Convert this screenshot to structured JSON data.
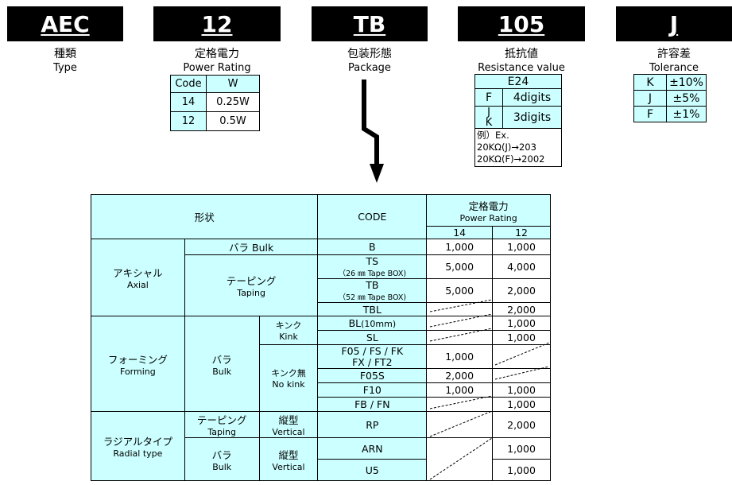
{
  "header_codes": [
    {
      "code": "AEC",
      "jp": "種類",
      "en": "Type"
    },
    {
      "code": "12",
      "jp": "定格電力",
      "en": "Power Rating"
    },
    {
      "code": "TB",
      "jp": "包装形態",
      "en": "Package"
    },
    {
      "code": "105",
      "jp": "抵抗値",
      "en": "Resistance value"
    },
    {
      "code": "J",
      "jp": "許容差",
      "en": "Tolerance"
    }
  ],
  "power_table": {
    "headers": [
      "Code",
      "W"
    ],
    "rows": [
      [
        "14",
        "0.25W"
      ],
      [
        "12",
        "0.5W"
      ]
    ]
  },
  "resistance_table": {
    "series": "E24",
    "rows": [
      [
        "F",
        "4digits"
      ],
      [
        "J\nK",
        "3digits"
      ]
    ],
    "example_lines": [
      "例）Ex.",
      "20KΩ(J)→203",
      "20KΩ(F)→2002"
    ]
  },
  "tolerance_table": {
    "rows": [
      [
        "K",
        "±10%"
      ],
      [
        "J",
        "±5%"
      ],
      [
        "F",
        "±1%"
      ]
    ]
  },
  "main_table": {
    "h_shape": "形状",
    "h_code": "CODE",
    "h_power_jp": "定格電力",
    "h_power_en": "Power Rating",
    "h_14": "14",
    "h_12": "12",
    "axial_jp": "アキシャル",
    "axial_en": "Axial",
    "bara_bulk": "バラ Bulk",
    "taping_jp": "テーピング",
    "taping_en": "Taping",
    "code_B": "B",
    "v_B_14": "1,000",
    "v_B_12": "1,000",
    "code_TS": "TS",
    "code_TS_sub": "（26 ㎜ Tape BOX)",
    "v_TS_14": "5,000",
    "v_TS_12": "4,000",
    "code_TB": "TB",
    "code_TB_sub": "（52 ㎜ Tape BOX)",
    "v_TB_14": "5,000",
    "v_TB_12": "2,000",
    "code_TBL": "TBL",
    "v_TBL_12": "2,000",
    "forming_jp": "フォーミング",
    "forming_en": "Forming",
    "bara_jp": "バラ",
    "bulk_en": "Bulk",
    "kink_jp": "キンク",
    "kink_en": "Kink",
    "code_BL": "BL",
    "code_BL_sub": "(10mm)",
    "v_BL_12": "1,000",
    "code_SL": "SL",
    "v_SL_12": "1,000",
    "nokink_jp": "キンク無",
    "nokink_en": "No kink",
    "code_F05_1": "F05 / FS / FK",
    "code_F05_2": "FX / FT2",
    "v_F05_14": "1,000",
    "code_F05S": "F05S",
    "v_F05S_14": "2,000",
    "code_F10": "F10",
    "v_F10_14": "1,000",
    "v_F10_12": "1,000",
    "code_FB": "FB / FN",
    "v_FB_12": "1,000",
    "radial_jp": "ラジアルタイプ",
    "radial_en": "Radial type",
    "vertical_jp": "縦型",
    "vertical_en": "Vertical",
    "code_RP": "RP",
    "v_RP_12": "2,000",
    "code_ARN": "ARN",
    "v_ARN_12": "1,000",
    "code_U5": "U5",
    "v_U5_12": "1,000"
  }
}
